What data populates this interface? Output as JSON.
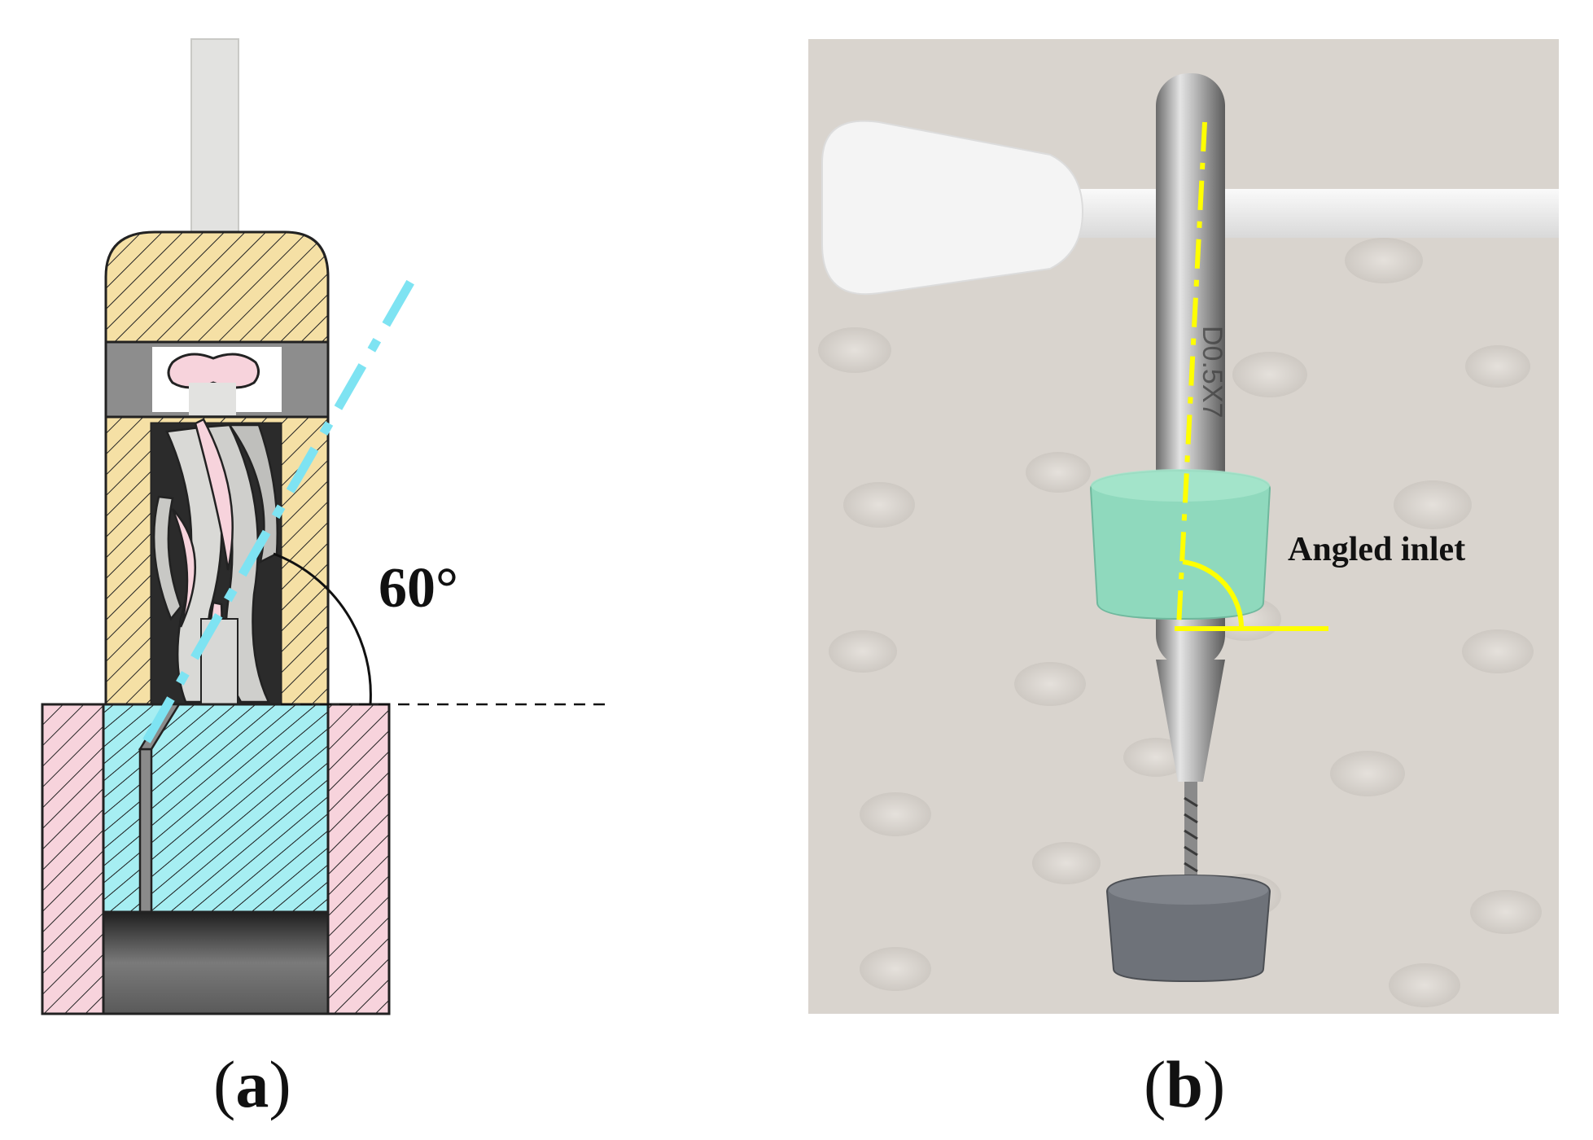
{
  "panel_a": {
    "angle_label": "60°",
    "caption_open": "(",
    "caption_letter": "a",
    "caption_close": ")"
  },
  "panel_b": {
    "annotation": "Angled inlet",
    "caption_open": "(",
    "caption_letter": "b",
    "caption_close": ")"
  },
  "colors": {
    "tan": "#f5e0a5",
    "pink": "#f7d3dc",
    "cyan": "#a6eef2",
    "gray": "#8a8a8a",
    "dashed_cyan": "#7ee3f2",
    "yellow": "#ffff00",
    "mint": "#8fd9bd"
  }
}
